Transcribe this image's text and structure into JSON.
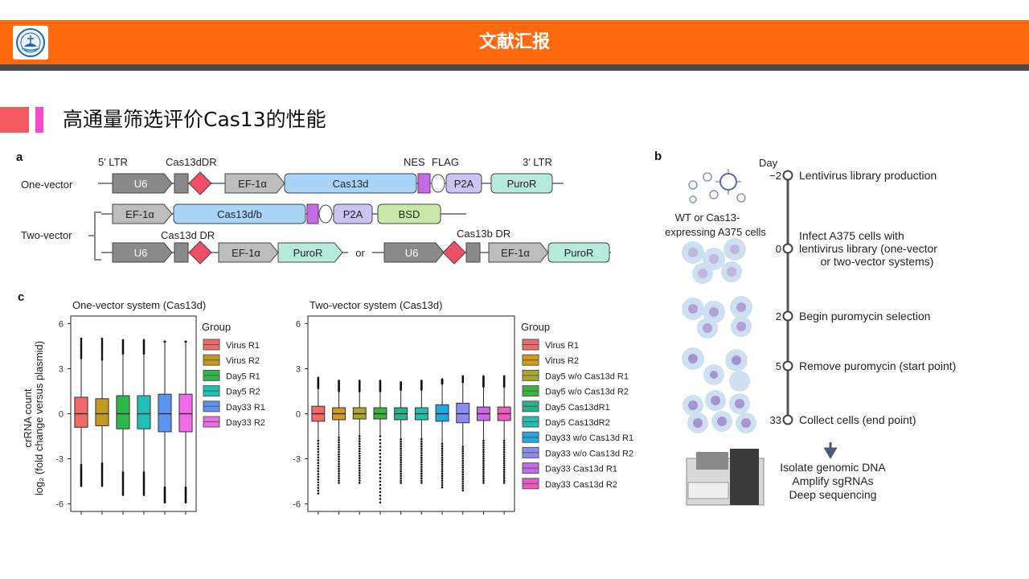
{
  "header": {
    "title": "文献汇报",
    "logo_icon": "university-seal-logo"
  },
  "section": {
    "title": "高通量筛选评价Cas13的性能"
  },
  "panel_a": {
    "letter": "a",
    "one_vector_label": "One-vector",
    "two_vector_label": "Two-vector",
    "ltr5": "5′ LTR",
    "ltr3": "3′ LTR",
    "cas13d_dr_top": "Cas13dDR",
    "nes": "NES",
    "flag": "FLAG",
    "u6": "U6",
    "ef1a": "EF-1α",
    "cas13d": "Cas13d",
    "cas13db": "Cas13d/b",
    "p2a": "P2A",
    "puror": "PuroR",
    "bsd": "BSD",
    "cas13d_dr": "Cas13d DR",
    "cas13b_dr": "Cas13b DR",
    "or": "or"
  },
  "panel_b": {
    "letter": "b",
    "day_label": "Day",
    "cells_label_1": "WT or Cas13-",
    "cells_label_2": "expressing A375 cells",
    "steps": [
      {
        "day": "−2",
        "text": [
          "Lentivirus library production"
        ]
      },
      {
        "day": "0",
        "text": [
          "Infect   A375   cells   with",
          "lentivirus library (one-vector",
          "or two-vector systems)"
        ]
      },
      {
        "day": "2",
        "text": [
          "Begin puromycin selection"
        ]
      },
      {
        "day": "5",
        "text": [
          "Remove puromycin (start point)"
        ]
      },
      {
        "day": "33",
        "text": [
          "Collect cells (end point)"
        ]
      }
    ],
    "final": [
      "Isolate genomic DNA",
      "Amplify sgRNAs",
      "Deep sequencing"
    ]
  },
  "panel_c": {
    "letter": "c",
    "ylabel_1": "crRNA count",
    "ylabel_2": "log₂ (fold change versus plasmid)",
    "legend_title": "Group"
  },
  "chart_data": [
    {
      "type": "box",
      "title": "One-vector system (Cas13d)",
      "ylabel": "log2 (fold change versus plasmid)",
      "yticks": [
        6,
        3,
        0,
        -3,
        -6
      ],
      "ylim": [
        -6.5,
        6.5
      ],
      "legend_title": "Group",
      "series": [
        {
          "name": "Virus R1",
          "color": "#f06a6a",
          "median": 0.0,
          "q1": -0.9,
          "q3": 1.1,
          "wlo": -3.4,
          "whi": 3.7,
          "omin": -4.8,
          "omax": 5.0
        },
        {
          "name": "Virus R2",
          "color": "#c49a1a",
          "median": 0.0,
          "q1": -0.8,
          "q3": 1.0,
          "wlo": -3.3,
          "whi": 3.6,
          "omin": -4.8,
          "omax": 5.0
        },
        {
          "name": "Day5 R1",
          "color": "#2fb84a",
          "median": 0.0,
          "q1": -1.0,
          "q3": 1.2,
          "wlo": -3.9,
          "whi": 4.0,
          "omin": -5.4,
          "omax": 4.9
        },
        {
          "name": "Day5 R2",
          "color": "#1ec0b8",
          "median": 0.0,
          "q1": -1.0,
          "q3": 1.2,
          "wlo": -3.9,
          "whi": 4.0,
          "omin": -5.4,
          "omax": 4.9
        },
        {
          "name": "Day33 R1",
          "color": "#5a94f0",
          "median": 0.0,
          "q1": -1.2,
          "q3": 1.3,
          "wlo": -4.9,
          "whi": 4.8,
          "omin": -5.9,
          "omax": 4.8
        },
        {
          "name": "Day33 R2",
          "color": "#f06ae8",
          "median": 0.0,
          "q1": -1.2,
          "q3": 1.3,
          "wlo": -4.9,
          "whi": 4.8,
          "omin": -5.9,
          "omax": 4.8
        }
      ]
    },
    {
      "type": "box",
      "title": "Two-vector system (Cas13d)",
      "yticks": [
        6,
        3,
        0,
        -3,
        -6
      ],
      "ylim": [
        -6.5,
        6.5
      ],
      "legend_title": "Group",
      "series": [
        {
          "name": "Virus R1",
          "color": "#f06a6a",
          "median": 0.0,
          "q1": -0.5,
          "q3": 0.5,
          "wlo": -1.8,
          "whi": 1.7,
          "omin": -5.3,
          "omax": 2.4
        },
        {
          "name": "Virus R2",
          "color": "#d49a20",
          "median": 0.0,
          "q1": -0.4,
          "q3": 0.4,
          "wlo": -1.6,
          "whi": 1.5,
          "omin": -4.6,
          "omax": 2.2
        },
        {
          "name": "Day5 w/o Cas13d R1",
          "color": "#a8a82a",
          "median": 0.0,
          "q1": -0.35,
          "q3": 0.4,
          "wlo": -1.5,
          "whi": 1.5,
          "omin": -4.6,
          "omax": 2.2
        },
        {
          "name": "Day5 w/o Cas13d R2",
          "color": "#3cb43c",
          "median": 0.0,
          "q1": -0.35,
          "q3": 0.4,
          "wlo": -1.5,
          "whi": 1.5,
          "omin": -5.9,
          "omax": 2.2
        },
        {
          "name": "Day5 Cas13dR1",
          "color": "#22b48a",
          "median": 0.0,
          "q1": -0.4,
          "q3": 0.4,
          "wlo": -1.7,
          "whi": 1.6,
          "omin": -4.6,
          "omax": 2.1
        },
        {
          "name": "Day5 Cas13dR2",
          "color": "#20c0b0",
          "median": 0.0,
          "q1": -0.4,
          "q3": 0.4,
          "wlo": -1.7,
          "whi": 1.6,
          "omin": -4.6,
          "omax": 2.2
        },
        {
          "name": "Day33 w/o Cas13d R1",
          "color": "#22a8e0",
          "median": 0.0,
          "q1": -0.5,
          "q3": 0.6,
          "wlo": -2.0,
          "whi": 2.0,
          "omin": -4.9,
          "omax": 2.3
        },
        {
          "name": "Day33 w/o Cas13d R2",
          "color": "#8c8cf0",
          "median": 0.0,
          "q1": -0.6,
          "q3": 0.7,
          "wlo": -2.2,
          "whi": 2.1,
          "omin": -5.1,
          "omax": 2.5
        },
        {
          "name": "Day33 Cas13d R1",
          "color": "#c86ae8",
          "median": 0.0,
          "q1": -0.45,
          "q3": 0.45,
          "wlo": -1.8,
          "whi": 1.8,
          "omin": -4.6,
          "omax": 2.5
        },
        {
          "name": "Day33 Cas13d R2",
          "color": "#f05ac0",
          "median": 0.0,
          "q1": -0.45,
          "q3": 0.45,
          "wlo": -1.8,
          "whi": 1.8,
          "omin": -4.6,
          "omax": 2.5
        }
      ]
    }
  ]
}
